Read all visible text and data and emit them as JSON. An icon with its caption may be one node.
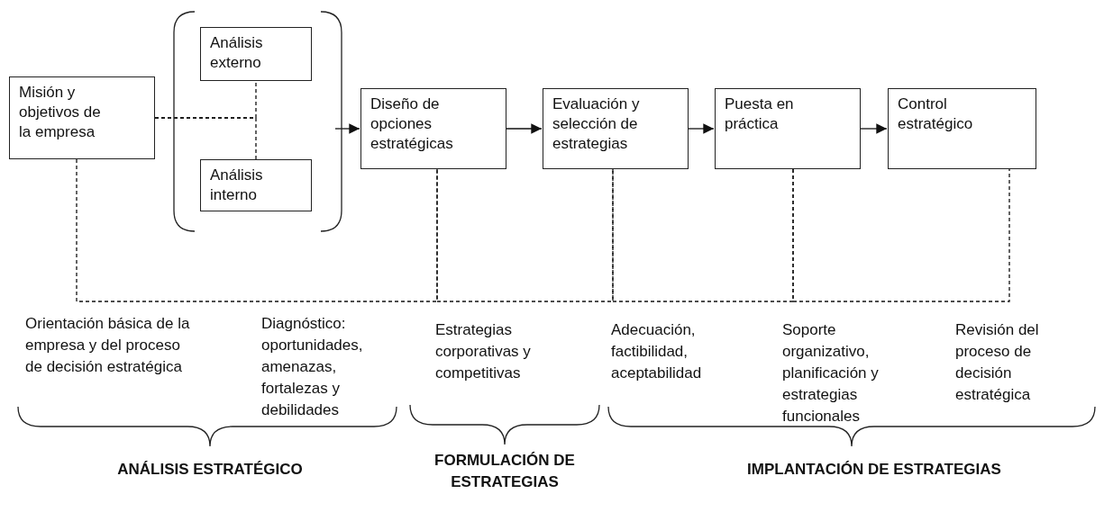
{
  "diagram": {
    "nodes": [
      {
        "text": [
          "Misión y objetivos de la empresa"
        ]
      },
      {
        "text": [],
        "shape": "bracket"
      },
      {
        "text": [
          "Análisis externo"
        ],
        "in": 1
      },
      {
        "text": [
          "Análisis interno"
        ],
        "in": 1
      },
      {
        "text": [
          "Diseño de opciones estratégicas"
        ]
      },
      {
        "text": [
          "Evaluación y selección de estrategias"
        ]
      },
      {
        "text": [
          "Puesta en práctica"
        ]
      },
      {
        "text": [
          "Control estratégico"
        ]
      }
    ],
    "edges": [
      {
        "from": 0,
        "to": 2,
        "arrow": "none",
        "style": "dashed"
      },
      {
        "from": 0,
        "to": 3,
        "arrow": "none",
        "style": "dashed"
      },
      {
        "from": 1,
        "to": 4,
        "arrow": "to"
      },
      {
        "from": 4,
        "to": 5,
        "arrow": "to"
      },
      {
        "from": 5,
        "to": 6,
        "arrow": "to"
      },
      {
        "from": 6,
        "to": 7,
        "arrow": "to"
      },
      {
        "from": 0,
        "to": 4,
        "arrow": "none",
        "style": "dashed"
      },
      {
        "from": 4,
        "to": 5,
        "arrow": "none",
        "style": "dashed"
      },
      {
        "from": 5,
        "to": 6,
        "arrow": "none",
        "style": "dashed"
      },
      {
        "from": 6,
        "to": 7,
        "arrow": "none",
        "style": "dashed"
      }
    ],
    "labels": [
      "Orientación básica de la empresa y del proceso de decisión estratégica",
      "Diagnóstico: oportunidades, amenazas, fortalezas y debilidades",
      "Estrategias corporativas y competitivas",
      "Adecuación, factibilidad, aceptabilidad",
      "Soporte organizativo, planificación y estrategias funcionales",
      "Revisión del proceso de decisión estratégica",
      "ANÁLISIS ESTRATÉGICO",
      "FORMULACIÓN DE ESTRATEGIAS",
      "IMPLANTACIÓN DE ESTRATEGIAS"
    ]
  }
}
